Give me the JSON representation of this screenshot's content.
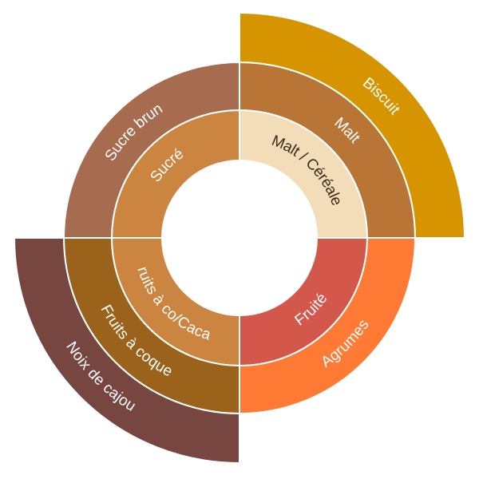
{
  "chart_data": {
    "type": "sunburst",
    "title": "",
    "segments": [
      {
        "label": "Malt / Céréale",
        "ring": 1,
        "start_deg": 0,
        "end_deg": 90,
        "value": 25,
        "color": "#F3DDB8",
        "text_color": "#3A2A1A"
      },
      {
        "label": "Fruité",
        "ring": 1,
        "start_deg": 90,
        "end_deg": 180,
        "value": 25,
        "color": "#D4574B",
        "text_color": "#FFFFFF"
      },
      {
        "label": "ruits à co/Caca",
        "ring": 1,
        "start_deg": 180,
        "end_deg": 270,
        "value": 25,
        "color": "#CC8540",
        "text_color": "#FFFFFF"
      },
      {
        "label": "Sucré",
        "ring": 1,
        "start_deg": 270,
        "end_deg": 360,
        "value": 25,
        "color": "#CC8540",
        "text_color": "#FFFFFF"
      },
      {
        "label": "Malt",
        "ring": 2,
        "start_deg": 0,
        "end_deg": 90,
        "value": 25,
        "color": "#B87536",
        "text_color": "#FFFFFF"
      },
      {
        "label": "Agrumes",
        "ring": 2,
        "start_deg": 90,
        "end_deg": 180,
        "value": 25,
        "color": "#FF7A34",
        "text_color": "#FFFFFF"
      },
      {
        "label": "Fruits à coque",
        "ring": 2,
        "start_deg": 180,
        "end_deg": 270,
        "value": 25,
        "color": "#9A621A",
        "text_color": "#FFFFFF"
      },
      {
        "label": "Sucre brun",
        "ring": 2,
        "start_deg": 270,
        "end_deg": 360,
        "value": 25,
        "color": "#A76C4F",
        "text_color": "#FFFFFF"
      },
      {
        "label": "Biscuit",
        "ring": 3,
        "start_deg": 0,
        "end_deg": 90,
        "value": 25,
        "color": "#D69400",
        "text_color": "#FFFFFF"
      },
      {
        "label": "Noix de cajou",
        "ring": 3,
        "start_deg": 180,
        "end_deg": 270,
        "value": 25,
        "color": "#784641",
        "text_color": "#FFFFFF"
      }
    ]
  }
}
